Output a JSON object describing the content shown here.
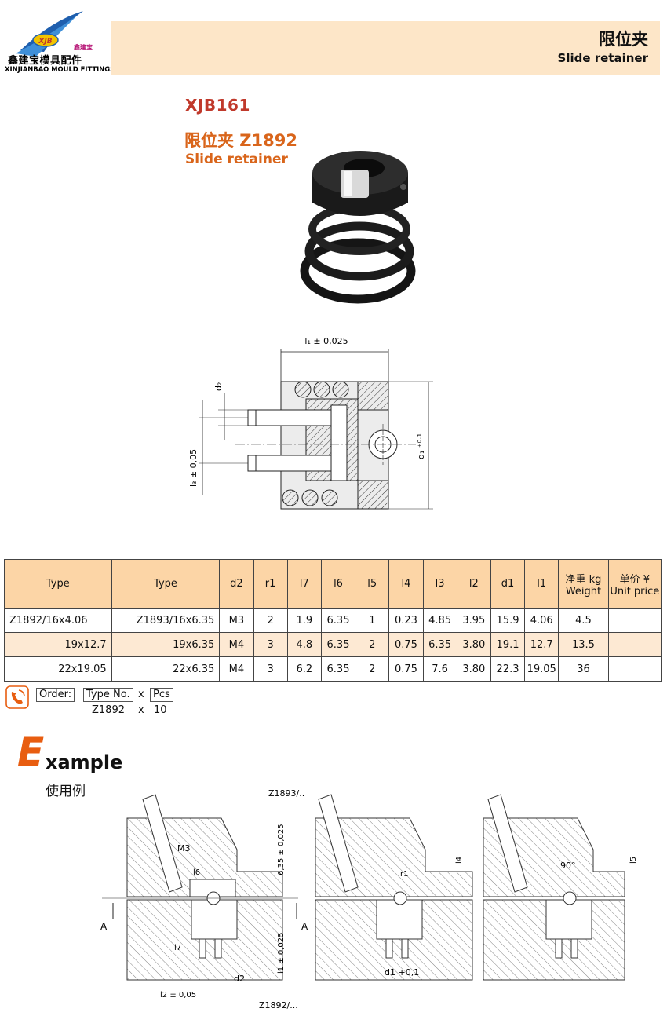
{
  "header": {
    "logo_mark": "XJB",
    "logo_small": "鑫建宝",
    "logo_cn": "鑫建宝模具配件",
    "logo_en": "XINJIANBAO MOULD FITTINGS",
    "title_cn": "限位夹",
    "title_en": "Slide retainer"
  },
  "product": {
    "code": "XJB161",
    "name_cn": "限位夹 Z1892",
    "name_en": "Slide retainer"
  },
  "drawing": {
    "l1": "l₁ ± 0,025",
    "d2": "d₂",
    "d1": "d₁ ⁺⁰·¹",
    "l3": "l₃ ± 0,05"
  },
  "table": {
    "headers": [
      "Type",
      "Type",
      "d2",
      "r1",
      "l7",
      "l6",
      "l5",
      "l4",
      "l3",
      "l2",
      "d1",
      "l1"
    ],
    "weight_cn": "净重 kg",
    "weight_en": "Weight",
    "price_cn": "单价 ¥",
    "price_en": "Unit price",
    "rows": [
      {
        "type1": "Z1892/16x4.06",
        "type2": "Z1893/16x6.35",
        "d2": "M3",
        "r1": "2",
        "l7": "1.9",
        "l6": "6.35",
        "l5": "1",
        "l4": "0.23",
        "l3": "4.85",
        "l2": "3.95",
        "d1": "15.9",
        "l1": "4.06",
        "weight": "4.5",
        "price": ""
      },
      {
        "type1": "19x12.7",
        "type2": "19x6.35",
        "d2": "M4",
        "r1": "3",
        "l7": "4.8",
        "l6": "6.35",
        "l5": "2",
        "l4": "0.75",
        "l3": "6.35",
        "l2": "3.80",
        "d1": "19.1",
        "l1": "12.7",
        "weight": "13.5",
        "price": ""
      },
      {
        "type1": "22x19.05",
        "type2": "22x6.35",
        "d2": "M4",
        "r1": "3",
        "l7": "6.2",
        "l6": "6.35",
        "l5": "2",
        "l4": "0.75",
        "l3": "7.6",
        "l2": "3.80",
        "d1": "22.3",
        "l1": "19.05",
        "weight": "36",
        "price": ""
      }
    ]
  },
  "order": {
    "label": "Order:",
    "type_label": "Type No.",
    "x": "x",
    "pcs_label": "Pcs",
    "example_type": "Z1892",
    "example_qty": "10"
  },
  "example": {
    "title_initial": "E",
    "title_rest": "xample",
    "title_cn": "使用例",
    "labels": {
      "z1893": "Z1893/..",
      "z1892": "Z1892/...",
      "m3": "M3",
      "l6": "l6",
      "l7": "l7",
      "d2": "d2",
      "l2": "l2 ± 0,05",
      "l1": "l1 ± 0,025",
      "dim635": "6,35 ± 0,025",
      "a": "A",
      "r1": "r1",
      "l4": "l4",
      "d1": "d1 +0,1",
      "angle": "90°",
      "l5": "l5"
    }
  }
}
